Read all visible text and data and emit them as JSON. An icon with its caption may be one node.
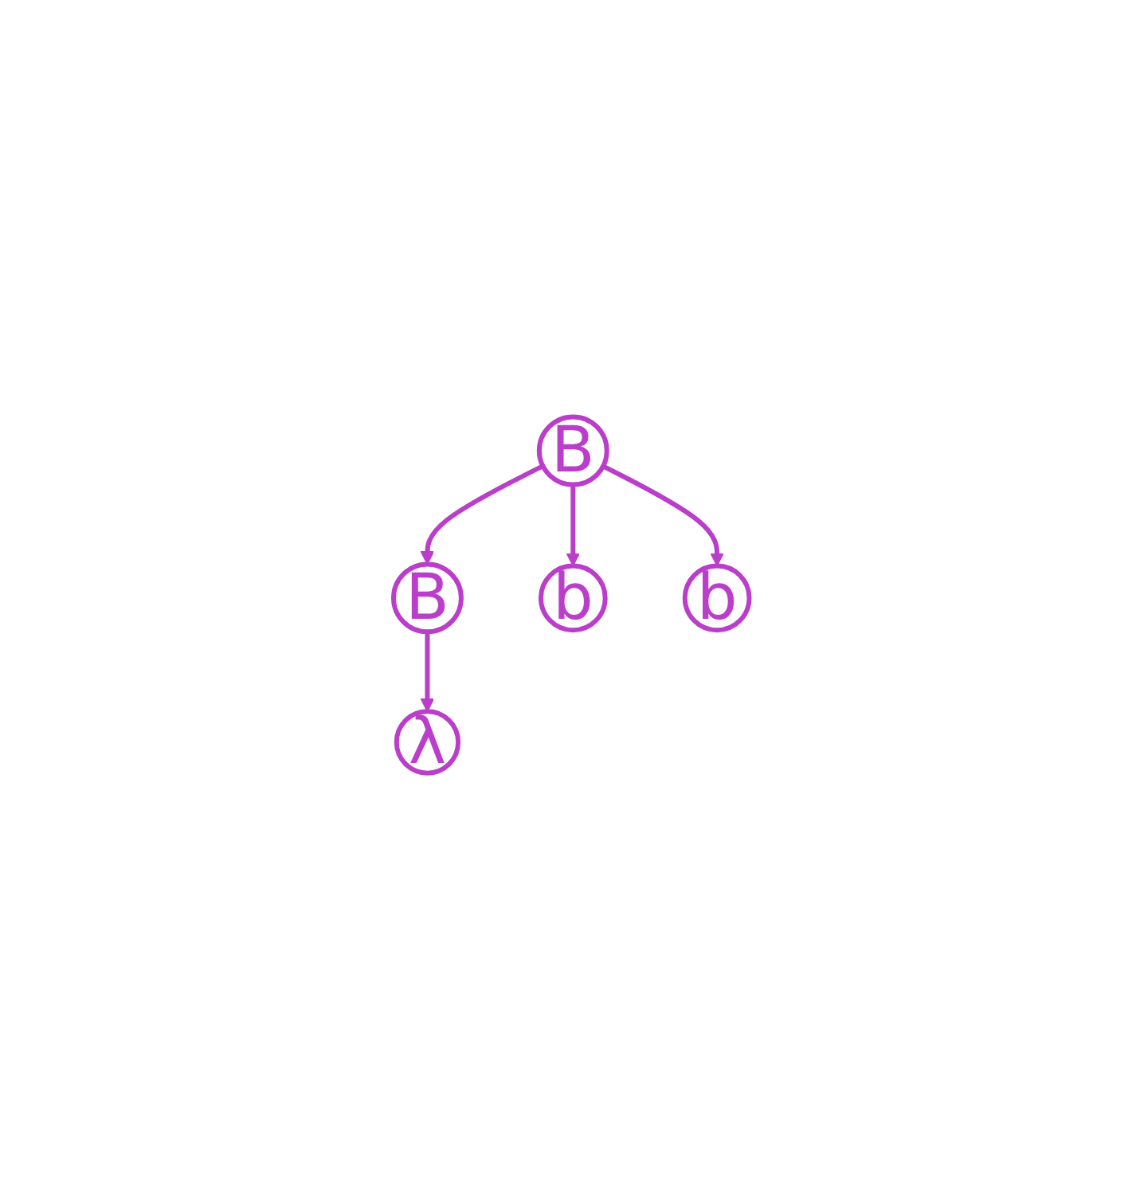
{
  "diagram": {
    "nodes": [
      {
        "text": [
          "B"
        ]
      },
      {
        "text": [
          "B"
        ]
      },
      {
        "text": [
          "b"
        ]
      },
      {
        "text": [
          "b"
        ]
      },
      {
        "text": [
          "λ"
        ]
      }
    ],
    "edges": [
      {
        "from": 0,
        "to": 1,
        "arrow": "to"
      },
      {
        "from": 0,
        "to": 2,
        "arrow": "to"
      },
      {
        "from": 0,
        "to": 3,
        "arrow": "to"
      },
      {
        "from": 1,
        "to": 4,
        "arrow": "to"
      }
    ]
  }
}
